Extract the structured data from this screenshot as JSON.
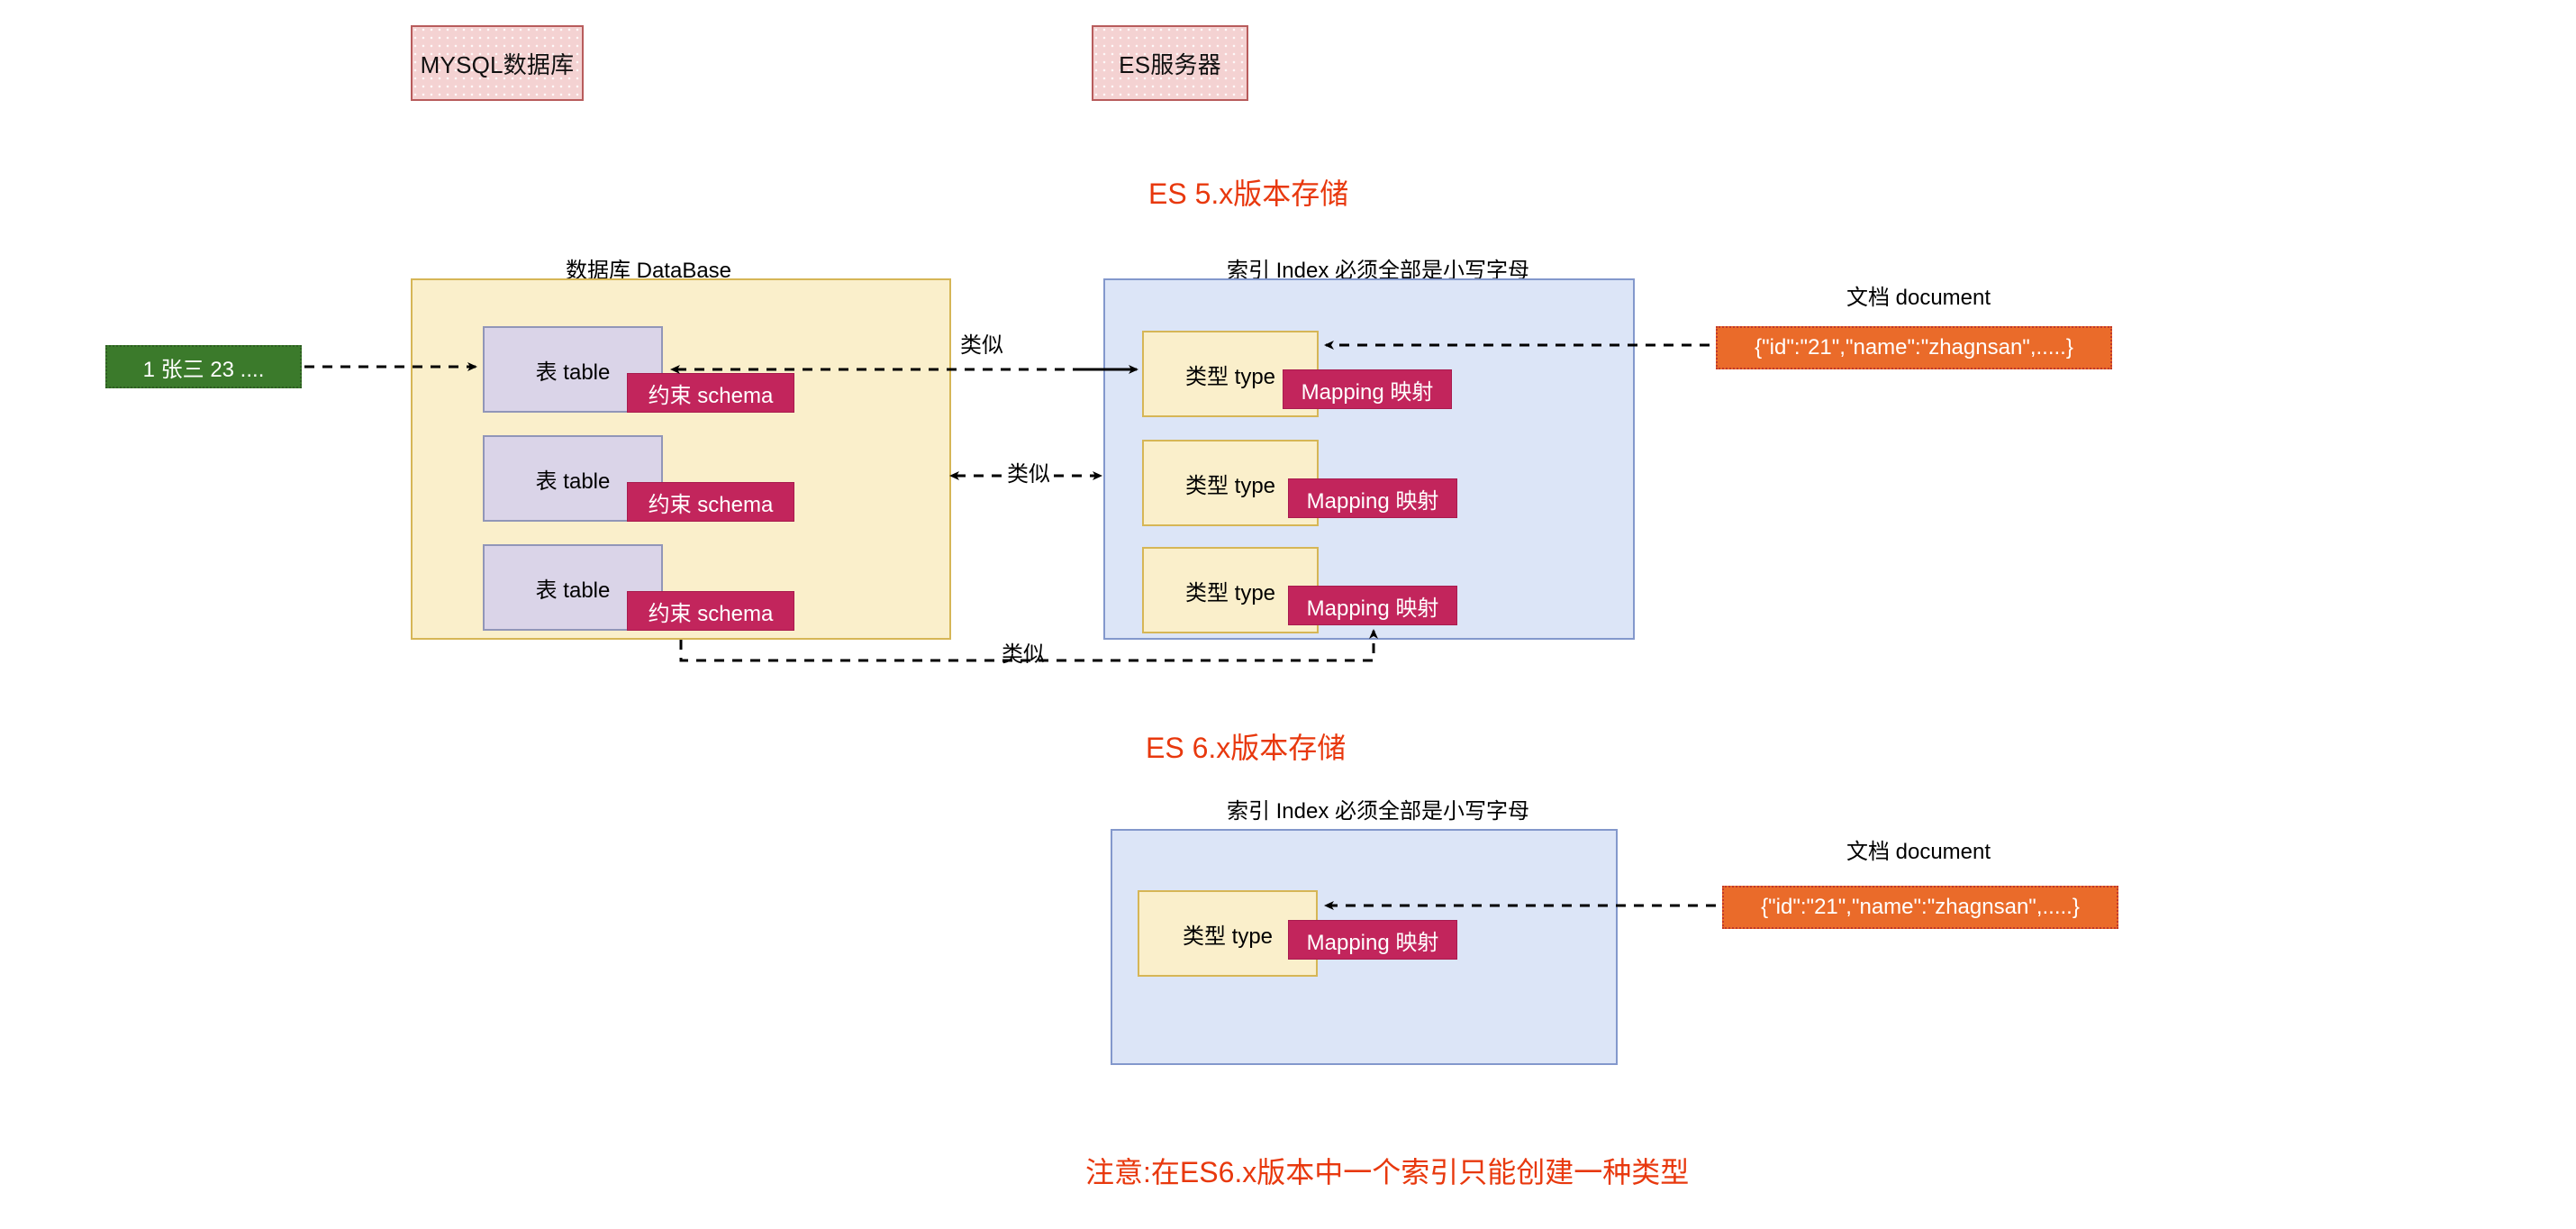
{
  "legend": {
    "mysql": "MYSQL数据库",
    "es": "ES服务器"
  },
  "sections": {
    "es5_title": "ES 5.x版本存储",
    "es6_title": "ES 6.x版本存储"
  },
  "captions": {
    "database": "数据库 DataBase",
    "index": "索引 Index 必须全部是小写字母",
    "document": "文档 document",
    "index6": "索引 Index 必须全部是小写字母",
    "document6": "文档 document"
  },
  "es5": {
    "record": "1 张三 23 ....",
    "tables": [
      {
        "label": "表 table",
        "schema": "约束 schema"
      },
      {
        "label": "表 table",
        "schema": "约束 schema"
      },
      {
        "label": "表 table",
        "schema": "约束 schema"
      }
    ],
    "types": [
      {
        "label": "类型 type",
        "mapping": "Mapping 映射"
      },
      {
        "label": "类型 type",
        "mapping": "Mapping 映射"
      },
      {
        "label": "类型 type",
        "mapping": "Mapping 映射"
      }
    ],
    "document": "{\"id\":\"21\",\"name\":\"zhagnsan\",.....}",
    "edge_labels": {
      "top": "类似",
      "middle": "类似",
      "bottom": "类似"
    }
  },
  "es6": {
    "types": [
      {
        "label": "类型 type",
        "mapping": "Mapping 映射"
      }
    ],
    "document": "{\"id\":\"21\",\"name\":\"zhagnsan\",.....}"
  },
  "footer": {
    "note": "注意:在ES6.x版本中一个索引只能创建一种类型"
  },
  "colors": {
    "accent_red": "#E8380D",
    "panel_yellow": "#FAEFCB",
    "panel_yellow_border": "#D6B656",
    "panel_blue": "#DCE5F7",
    "panel_blue_border": "#8398CC",
    "table_lavender": "#DAD4E8",
    "table_border": "#9196B8",
    "badge_magenta": "#C2255C",
    "record_green": "#3B7A2B",
    "doc_orange": "#EA6B2A",
    "legend_pink": "#F4D2D2",
    "legend_pink_border": "#B85C5C"
  }
}
